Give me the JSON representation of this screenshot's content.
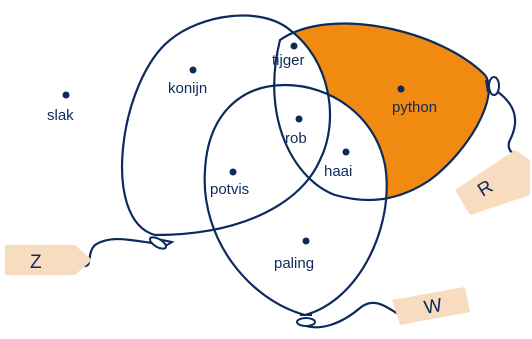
{
  "colors": {
    "ink": "#0d2a5c",
    "highlight": "#f08a10",
    "tag": "#f7dcc0"
  },
  "sets": {
    "z": "Z",
    "r": "R",
    "w": "W"
  },
  "elements": {
    "slak": "slak",
    "konijn": "konijn",
    "tijger": "tijger",
    "python": "python",
    "rob": "rob",
    "haai": "haai",
    "potvis": "potvis",
    "paling": "paling"
  }
}
